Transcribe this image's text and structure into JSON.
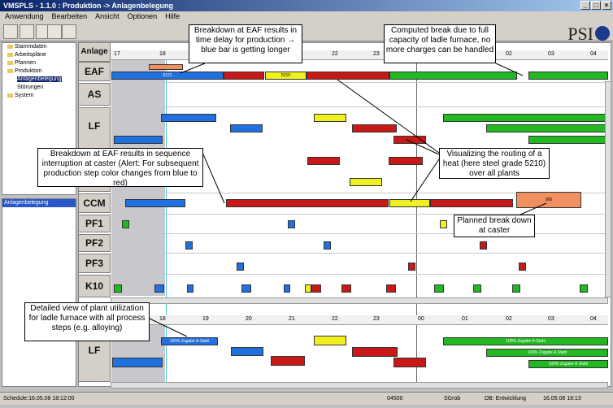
{
  "window": {
    "title": "VMSPLS - 1.1.0 : Produktion -> Anlagenbelegung"
  },
  "menu": [
    "Anwendung",
    "Bearbeiten",
    "Ansicht",
    "Optionen",
    "Hilfe"
  ],
  "brand": "PSI",
  "tree": {
    "items": [
      "Stammdaten",
      "Arbeitspläne",
      "Pfannen",
      "Produktion",
      "Anlagenbelegung",
      "Störungen",
      "System"
    ]
  },
  "panel2": {
    "header": "Anlagenbelegung"
  },
  "gantt": {
    "header": "Anlage",
    "rows": [
      "EAF",
      "AS",
      "LF",
      "CCM",
      "PF1",
      "PF2",
      "PF3",
      "K10"
    ],
    "detail_row": "LF",
    "ticks": [
      "17",
      "18",
      "19",
      "20",
      "21",
      "22",
      "23",
      "00",
      "01",
      "02",
      "03",
      "04"
    ],
    "ticks2": [
      "18",
      "19",
      "20",
      "21",
      "22",
      "23",
      "00",
      "01",
      "02",
      "03",
      "04"
    ]
  },
  "bars": {
    "code_b": "0121",
    "code_y": "5210",
    "code_o": "900",
    "alloy": "100% Zugabe A-Stahl"
  },
  "callouts": {
    "c1": "Breakdown at EAF results in time delay for production → blue bar is getting longer",
    "c2": "Computed break due to full capacity of ladle furnace, no more charges can be handled",
    "c3": "Breakdown at EAF results in sequence interruption at caster (Alert: For subsequent production step color changes from blue to red)",
    "c4": "Visualizing the routing of a heat (here steel grade 5210) over all plants",
    "c5": "Planned break down at caster",
    "c6": "Detailed view of plant utilization for ladle furnace with all process steps (e.g. alloying)"
  },
  "status": {
    "schedule": "Schedule:16.05.08 18:12:00",
    "code": "04500",
    "user": "SGrob",
    "db": "DB: Entwicklung",
    "ts": "16.05.08 18:13"
  }
}
